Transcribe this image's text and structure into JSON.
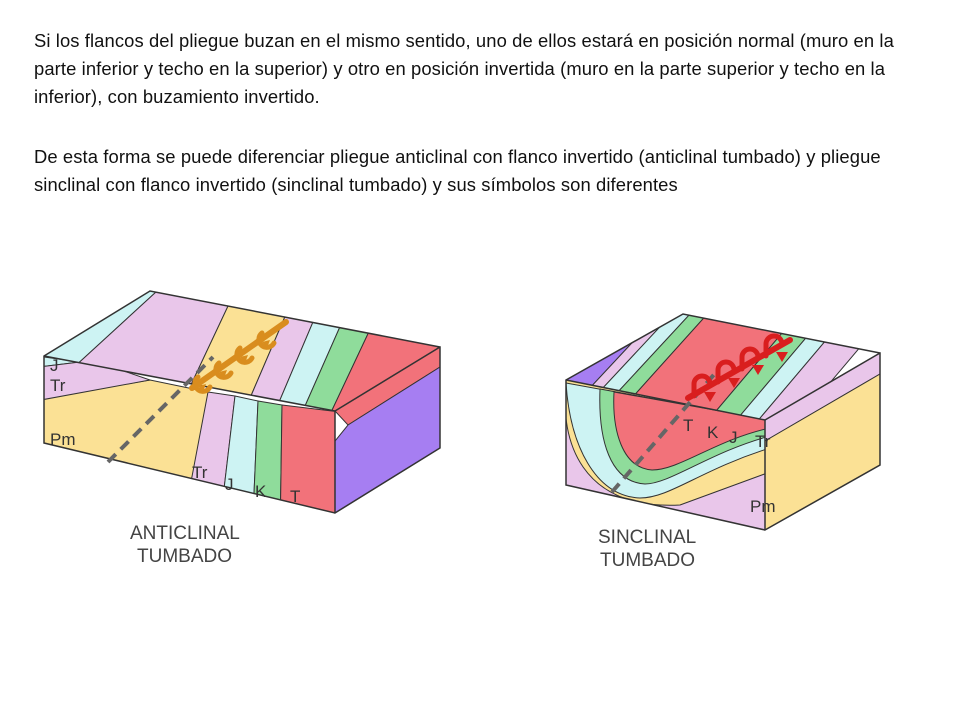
{
  "text": {
    "paragraph1": "Si los flancos del pliegue buzan en el mismo sentido, uno de ellos estará en posición normal (muro en la parte inferior y techo en la superior) y otro en posición invertida (muro en la parte superior y techo en la inferior), con buzamiento invertido.",
    "paragraph2": "De esta forma se puede diferenciar pliegue anticlinal con flanco invertido (anticlinal tumbado) y pliegue sinclinal con flanco invertido (sinclinal tumbado) y sus símbolos son diferentes"
  },
  "anticlinal": {
    "caption_line1": "ANTICLINAL",
    "caption_line2": "TUMBADO",
    "labels": {
      "J_top": "J",
      "Tr_left": "Tr",
      "Pm": "Pm",
      "Tr_front": "Tr",
      "J_front": "J",
      "K_front": "K",
      "T_front": "T"
    }
  },
  "sinclinal": {
    "caption_line1": "SINCLINAL",
    "caption_line2": "TUMBADO",
    "labels": {
      "T": "T",
      "K": "K",
      "J": "J",
      "Tr": "Tr",
      "Pm": "Pm"
    }
  },
  "colors": {
    "T": "#f2727a",
    "K": "#8fdc9b",
    "J": "#cdf3f3",
    "Tr": "#e9c6ea",
    "Pm": "#fbe195",
    "basement": "#a67ef2",
    "anticline_symbol": "#d98d1e",
    "syncline_symbol": "#d91e1e"
  }
}
